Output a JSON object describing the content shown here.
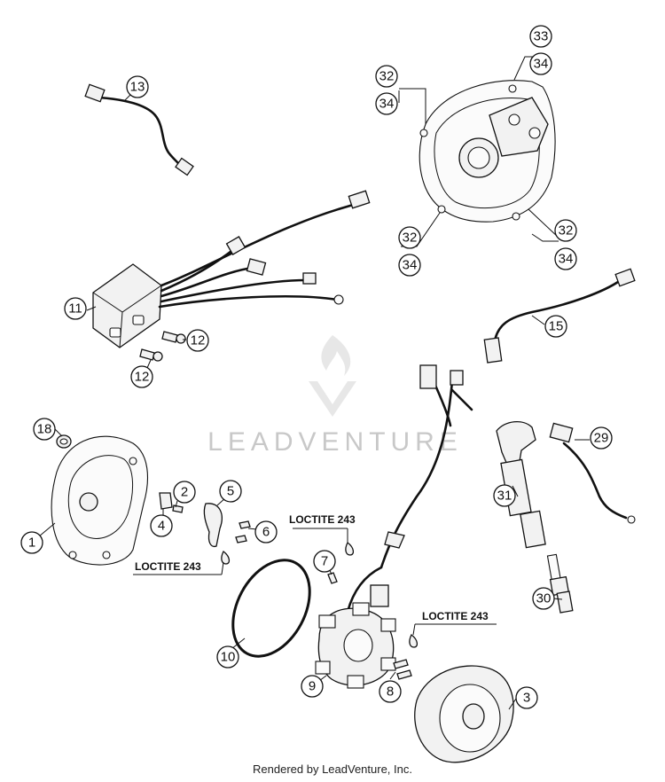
{
  "callouts": [
    "1",
    "2",
    "3",
    "4",
    "5",
    "6",
    "7",
    "8",
    "9",
    "10",
    "11",
    "12",
    "12",
    "13",
    "15",
    "18",
    "29",
    "30",
    "31",
    "32",
    "34",
    "33",
    "34",
    "32",
    "34",
    "32",
    "34"
  ],
  "loctite_labels": [
    "LOCTITE 243",
    "LOCTITE 243",
    "LOCTITE 243"
  ],
  "watermark": "LEADVENTURE",
  "footer": "Rendered by LeadVenture, Inc."
}
